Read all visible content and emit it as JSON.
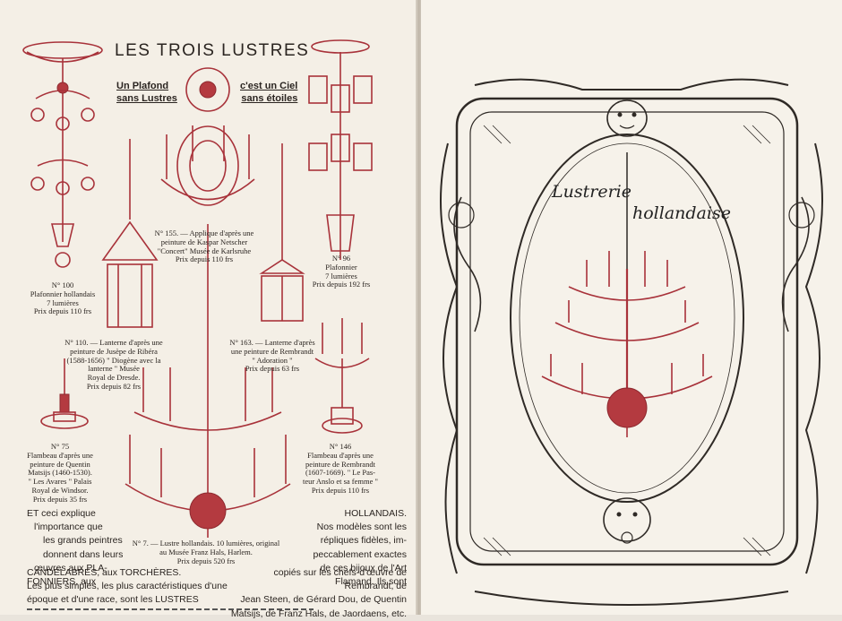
{
  "left_page": {
    "title": "LES TROIS LUSTRES",
    "tagline_left": [
      "Un Plafond",
      "sans Lustres"
    ],
    "tagline_right": [
      "c'est un Ciel",
      "sans étoiles"
    ],
    "items": [
      {
        "id": "no100",
        "lines": [
          "N° 100",
          "Plafonnier hollandais",
          "7 lumières",
          "Prix depuis 110 frs"
        ]
      },
      {
        "id": "no155",
        "lines": [
          "N° 155. — Applique d'après une",
          "peinture de Kaspar Netscher",
          "\"Concert\" Musée de Karlsruhe",
          "Prix depuis 110 frs"
        ]
      },
      {
        "id": "no96",
        "lines": [
          "N° 96",
          "Plafonnier",
          "7 lumières",
          "Prix depuis 192 frs"
        ]
      },
      {
        "id": "no110",
        "lines": [
          "N° 110. — Lanterne d'après une",
          "peinture de Jusèpe de Ribéra",
          "(1588-1656) \" Diogène avec la",
          "lanterne \" Musée",
          "Royal de Dresde.",
          "Prix depuis 82 frs"
        ]
      },
      {
        "id": "no163",
        "lines": [
          "N° 163. — Lanterne d'après",
          "une peinture de Rembrandt",
          "\" Adoration \"",
          "Prix depuis 63 frs"
        ]
      },
      {
        "id": "no75",
        "lines": [
          "N° 75",
          "Flambeau d'après une",
          "peinture de Quentin",
          "Matsijs (1460-1530).",
          "\" Les Avares \" Palais",
          "Royal de Windsor.",
          "Prix depuis 35 frs"
        ]
      },
      {
        "id": "no146",
        "lines": [
          "N° 146",
          "Flambeau d'après une",
          "peinture de Rembrandt",
          "(1607-1669). \" Le Pas-",
          "teur Anslo et sa femme \"",
          "Prix depuis 110 frs"
        ]
      },
      {
        "id": "no7",
        "lines": [
          "N° 7. — Lustre hollandais. 10 lumières, original",
          "au Musée Franz Hals, Harlem.",
          "Prix depuis 520 frs"
        ]
      }
    ],
    "body_left": [
      "ET ceci explique",
      "l'importance que",
      "les grands peintres",
      "donnent dans leurs",
      "œuvres aux PLA-",
      "FONNIERS, aux",
      "CANDÉLABRES, aux TORCHÈRES.",
      "Les plus simples, les plus caractéristiques d'une",
      "époque et d'une race, sont les LUSTRES"
    ],
    "body_right": [
      "HOLLANDAIS.",
      "Nos modèles sont les",
      "répliques fidèles, im-",
      "peccablement exactes",
      "de ces bijoux de l'Art",
      "Flamand. Ils sont",
      "copiés sur les chefs-d'œuvre de Rembrandt, de",
      "Jean Steen, de Gérard Dou, de Quentin",
      "Matsijs, de Franz Hals, de Jaordaens, etc."
    ]
  },
  "right_page": {
    "title_word1": "Lustrerie",
    "title_word2": "hollandaise"
  },
  "colors": {
    "accent_red": "#a8323a",
    "ink": "#2f2a26",
    "paper": "#f4efe6"
  }
}
